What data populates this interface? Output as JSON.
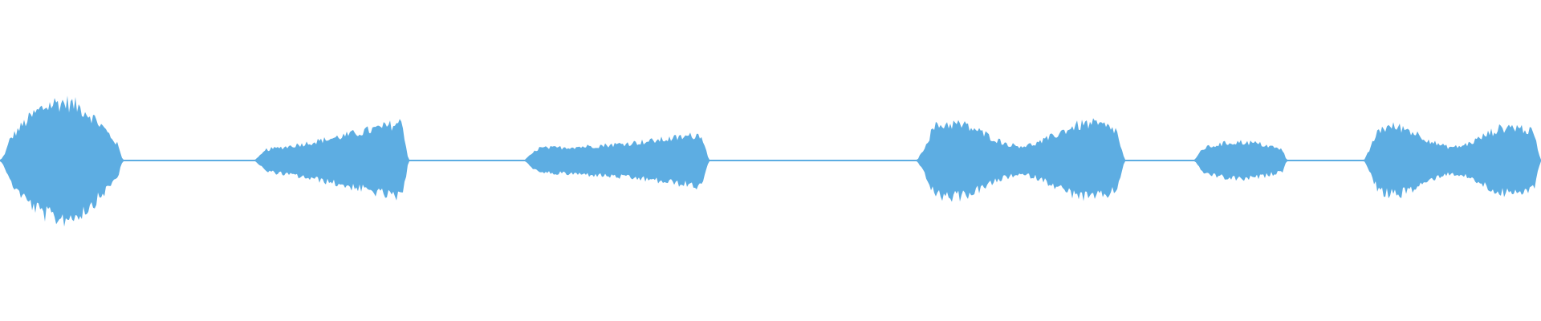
{
  "waveform": {
    "color": "#5dade2",
    "background": "#ffffff",
    "segments": [
      {
        "start": 0.0,
        "end": 0.08,
        "level": 0.95,
        "shape": "burst"
      },
      {
        "start": 0.165,
        "end": 0.265,
        "level": 0.65,
        "shape": "rise"
      },
      {
        "start": 0.34,
        "end": 0.46,
        "level": 0.45,
        "shape": "plateau-rise"
      },
      {
        "start": 0.595,
        "end": 0.73,
        "level": 0.6,
        "shape": "plateau"
      },
      {
        "start": 0.775,
        "end": 0.835,
        "level": 0.3,
        "shape": "bump"
      },
      {
        "start": 0.885,
        "end": 1.0,
        "level": 0.55,
        "shape": "plateau"
      }
    ]
  }
}
